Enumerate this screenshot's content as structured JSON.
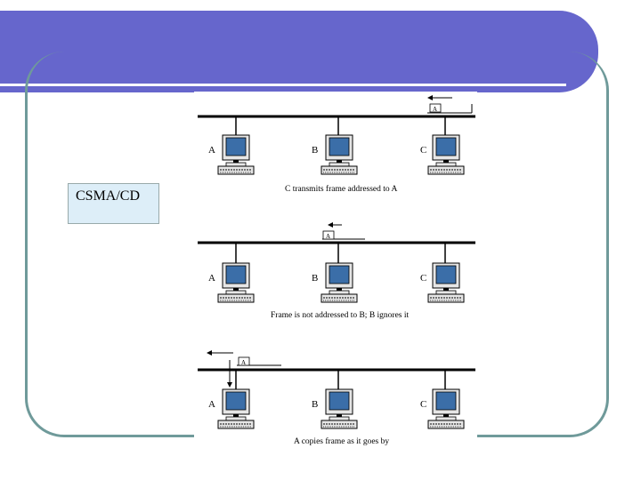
{
  "label": "CSMA/CD",
  "frame_address": "A",
  "stations": [
    "A",
    "B",
    "C"
  ],
  "captions": [
    "C transmits frame addressed to A",
    "Frame is not addressed to B; B ignores it",
    "A copies frame as it goes by"
  ],
  "colors": {
    "title_bar": "#6666cc",
    "border": "#6f9a9a",
    "label_box": "#ddeef8",
    "screen": "#3b6ea8"
  },
  "icons": [
    "computer-icon",
    "arrow-left-icon",
    "arrow-down-icon"
  ]
}
